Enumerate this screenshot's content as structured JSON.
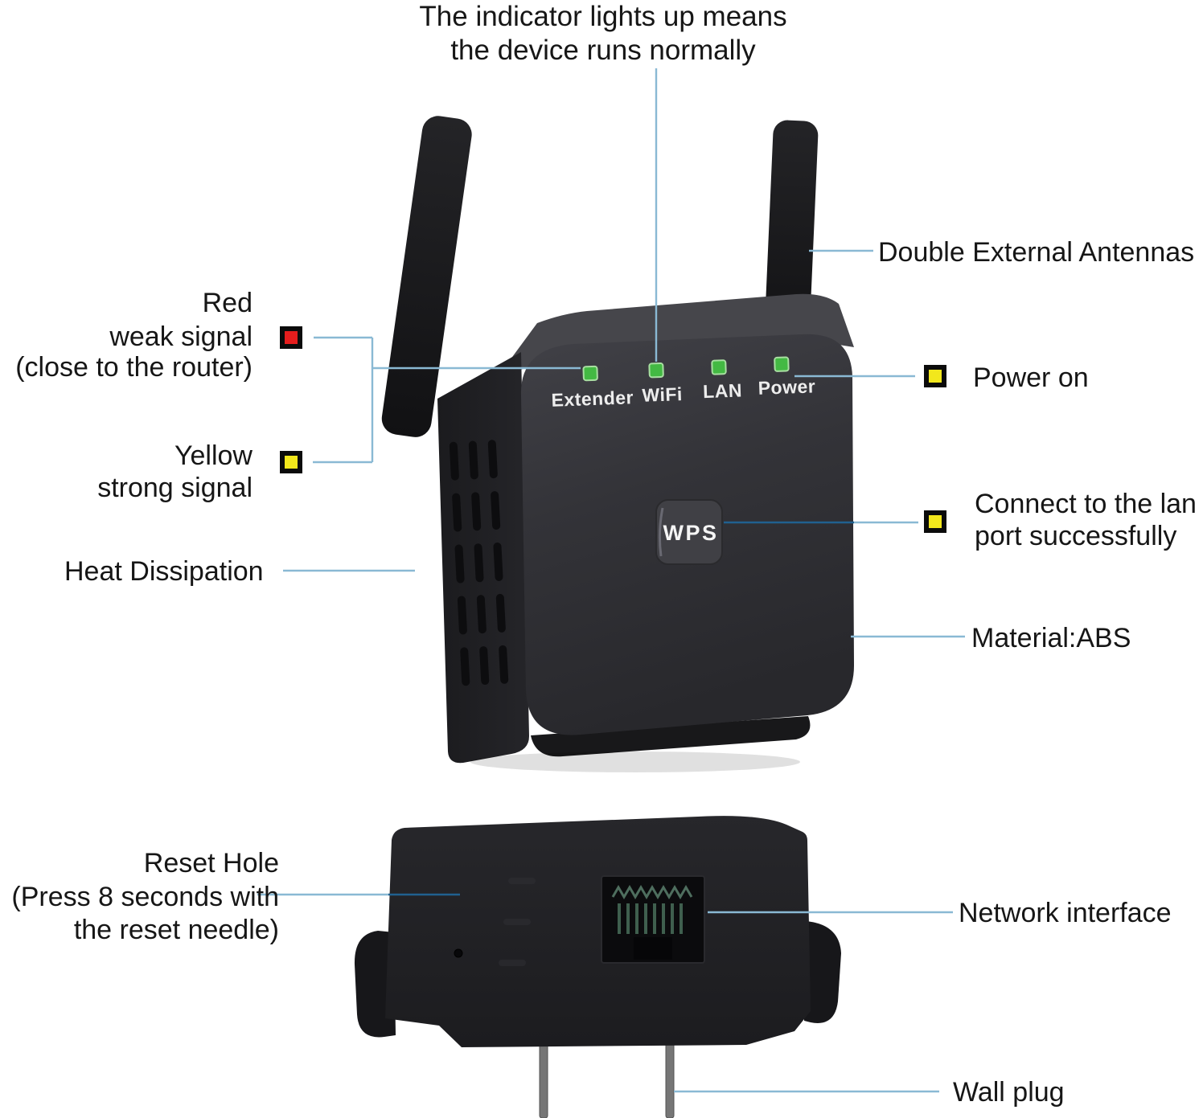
{
  "title": {
    "line1": "The indicator lights up means",
    "line2": "the device runs normally"
  },
  "legend": {
    "red": {
      "title": "Red",
      "desc1": "weak signal",
      "desc2": "(close to the router)"
    },
    "yellow": {
      "title": "Yellow",
      "desc1": "strong signal"
    }
  },
  "labels": {
    "antennas": "Double External Antennas",
    "power_on": "Power on",
    "lan_line1": "Connect to the lan",
    "lan_line2": "port successfully",
    "material": "Material:ABS",
    "heat": "Heat Dissipation",
    "reset_line1": "Reset Hole",
    "reset_line2": "(Press 8 seconds with",
    "reset_line3": "the reset needle)",
    "network": "Network interface",
    "wall_plug": "Wall plug"
  },
  "device": {
    "leds": [
      {
        "label": "Extender",
        "state": "on"
      },
      {
        "label": "WiFi",
        "state": "on"
      },
      {
        "label": "LAN",
        "state": "on"
      },
      {
        "label": "Power",
        "state": "on"
      }
    ],
    "wps": "WPS"
  },
  "colors": {
    "callout": "#8ab9d4",
    "callout_dark": "#20608f",
    "red_square": "#e51d1d",
    "yellow_square": "#f2e71c",
    "red_text": "#e02424",
    "yellow_text": "#e8d44a",
    "led_green": "#43b943",
    "led_rim": "#a9dfa2",
    "square_border": "#0b0b0b"
  }
}
